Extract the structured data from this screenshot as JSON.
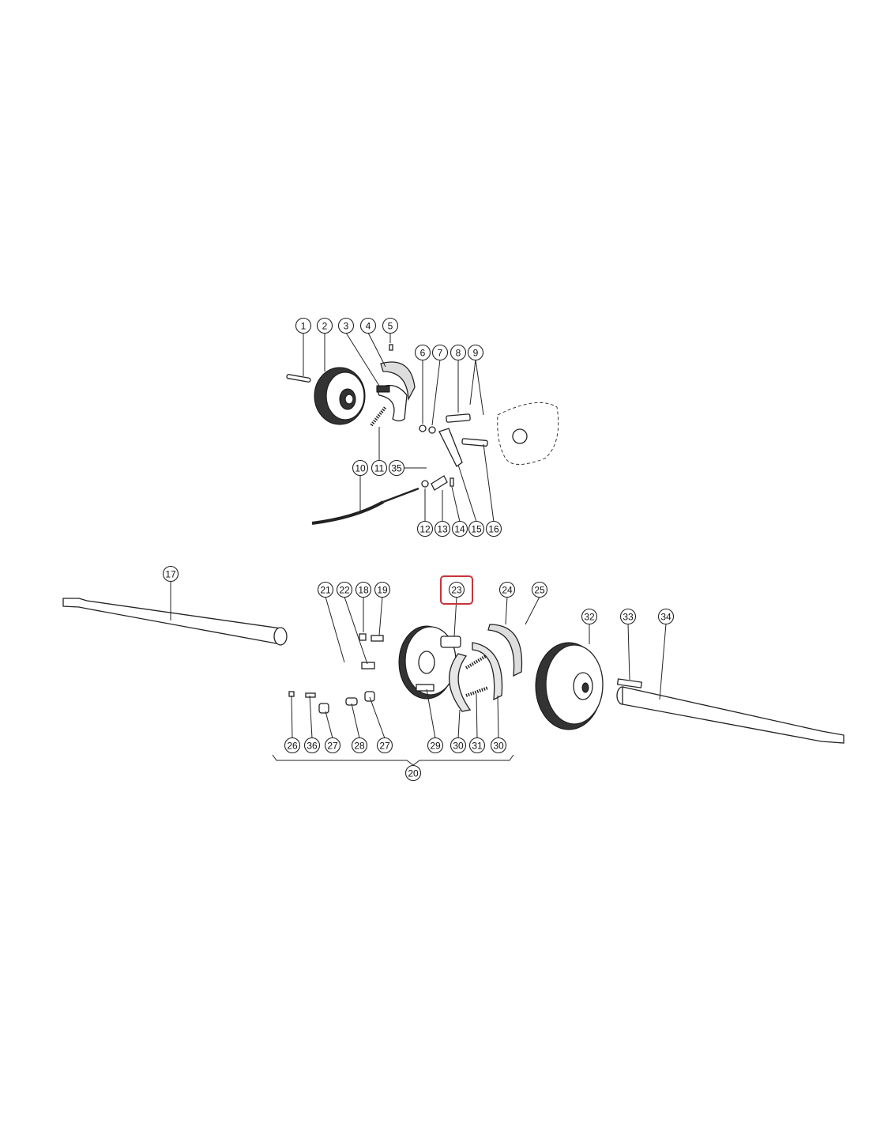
{
  "diagram": {
    "callouts": [
      "1",
      "2",
      "3",
      "4",
      "5",
      "6",
      "7",
      "8",
      "9",
      "10",
      "11",
      "35",
      "12",
      "13",
      "14",
      "15",
      "16",
      "17",
      "21",
      "22",
      "18",
      "19",
      "23",
      "24",
      "25",
      "32",
      "33",
      "34",
      "26",
      "36",
      "27",
      "28",
      "27",
      "29",
      "30",
      "31",
      "30",
      "20"
    ],
    "highlighted_callout": "23",
    "highlight_color": "#c8333a"
  }
}
